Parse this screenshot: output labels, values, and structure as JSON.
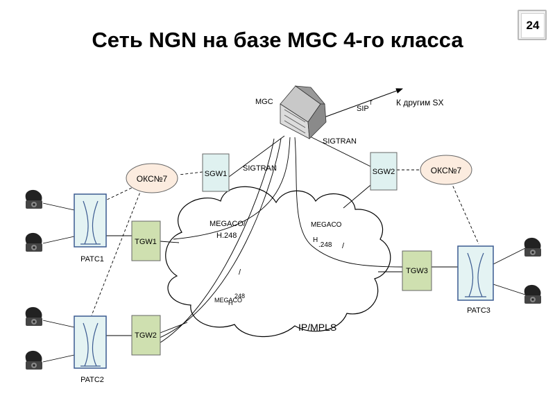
{
  "title": "Сеть NGN на базе MGC 4-го класса",
  "page_number": "24",
  "colors": {
    "tgw_fill": "#cfe0b0",
    "sgw_fill": "#dff1f0",
    "okc_fill": "#fcecdf",
    "patc_fill": "#e4f3f3",
    "patc_border": "#3a5a90"
  },
  "nodes": {
    "mgc": "MGC",
    "ext_link": "К другим SX",
    "sgw1": "SGW1",
    "sgw2": "SGW2",
    "okc_left": "ОКС№7",
    "okc_right": "ОКС№7",
    "tgw1": "TGW1",
    "tgw2": "TGW2",
    "tgw3": "TGW3",
    "patc1": "PATC1",
    "patc2": "PATC2",
    "patc3": "PATC3",
    "cloud": "IP/MPLS"
  },
  "protocols": {
    "sip": "SIP",
    "sip_t": "T",
    "sigtran_mgc": "SIGTRAN",
    "sigtran_sgw1": "SIGTRAN",
    "megaco_left": "MEGACO/",
    "h248_left": "H.248",
    "megaco_right": "MEGACO",
    "h_right": "H",
    "n248_right": ".248",
    "slash_right": "/",
    "slash_mid": "/",
    "megaco_bottom": "MEGACO",
    "h_bottom": "H",
    "n248_bottom": "248"
  },
  "icons": [
    "server-icon",
    "telephone-icon",
    "cross-connect-icon"
  ]
}
